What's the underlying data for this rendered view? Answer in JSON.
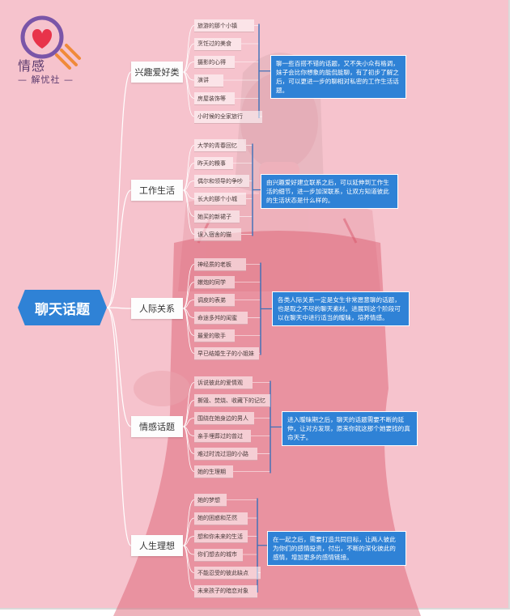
{
  "logo": {
    "title": "情感",
    "subtitle": "— 解忧社 —",
    "heart_color": "#e8334a",
    "ring_color": "#7a55a8",
    "stripe_color": "#f08a3a"
  },
  "root": {
    "label": "聊天话题"
  },
  "categories": [
    {
      "label": "兴趣爱好类",
      "leaves": [
        "旅游的那个小镇",
        "烹饪过的美食",
        "摄影的心得",
        "演讲",
        "房屋装饰等",
        "小时候的全家旅行"
      ],
      "note": "聊一些百搭不错的话题，又不失小众有格调，妹子会比你想象的能侃能聊，有了初步了解之后，可以更进一步的聊相对私密的工作生活话题。"
    },
    {
      "label": "工作生活",
      "leaves": [
        "大学的青春回忆",
        "昨天的糗事",
        "偶尔和领导的争吵",
        "长大的那个小城",
        "她买的新裙子",
        "误入宿舍的猫"
      ],
      "note": "由兴趣爱好建立联系之后，可以延伸到工作生活的细节，进一步加深联系，让双方知道彼此的生活状态是什么样的。"
    },
    {
      "label": "人际关系",
      "leaves": [
        "神经质的老板",
        "嫩炮的同学",
        "调皮的表弟",
        "命途多舛的闺蜜",
        "最爱的歌手",
        "早已结婚生子的小姐妹"
      ],
      "note": "各类人际关系一定是女生非常愿意聊的话题，也是取之不尽的聊天素材。进展到这个阶段可以在聊天中进行适当的暧昧，培养情感。"
    },
    {
      "label": "情感话题",
      "leaves": [
        "诉说彼此的爱情观",
        "撕毁、焚烧、收藏下的记忆",
        "围绕在她身边的男人",
        "亲手埋葬过的曾过",
        "难过时流过泪的小路",
        "她的生理期"
      ],
      "note": "进入暧昧期之后，聊天的话题需要不断的延伸，让对方发现，原来你就这那个她要找的真命天子。"
    },
    {
      "label": "人生理想",
      "leaves": [
        "她的梦想",
        "她的困惑和茫然",
        "想和你未来的生活",
        "你们想去的城市",
        "不能忍受的彼此缺点",
        "未来孩子的暗恋对象"
      ],
      "note": "在一起之后，需要打造共同目标，让两人彼此为你们的感情投资，付出，不断的深化彼此的感情，增加更多的感情链接。"
    }
  ],
  "colors": {
    "background": "#f6c3cd",
    "accent_blue": "#2f82d6",
    "bracket_blue": "#3a6fb8",
    "branch": "#ffffff"
  }
}
